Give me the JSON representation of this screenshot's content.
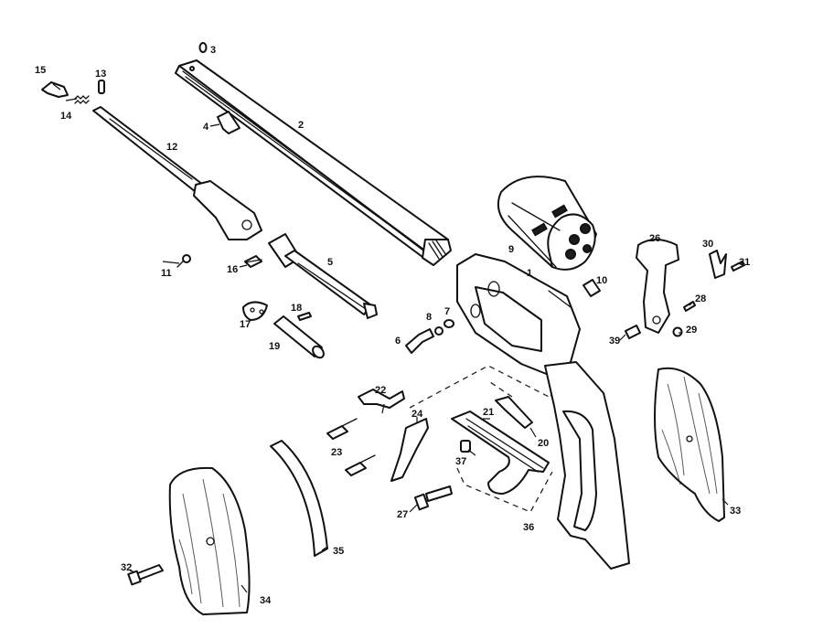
{
  "labels": {
    "p1": "1",
    "p2": "2",
    "p3": "3",
    "p4": "4",
    "p5": "5",
    "p6": "6",
    "p7": "7",
    "p8": "8",
    "p9": "9",
    "p10": "10",
    "p11": "11",
    "p12": "12",
    "p13": "13",
    "p14": "14",
    "p15": "15",
    "p16": "16",
    "p17": "17",
    "p18": "18",
    "p19": "19",
    "p20": "20",
    "p21": "21",
    "p22": "22",
    "p23": "23",
    "p24": "24",
    "p26": "26",
    "p27": "27",
    "p28": "28",
    "p29": "29",
    "p30": "30",
    "p31": "31",
    "p32": "32",
    "p33": "33",
    "p34": "34",
    "p35": "35",
    "p36": "36",
    "p37": "37",
    "p39": "39"
  }
}
